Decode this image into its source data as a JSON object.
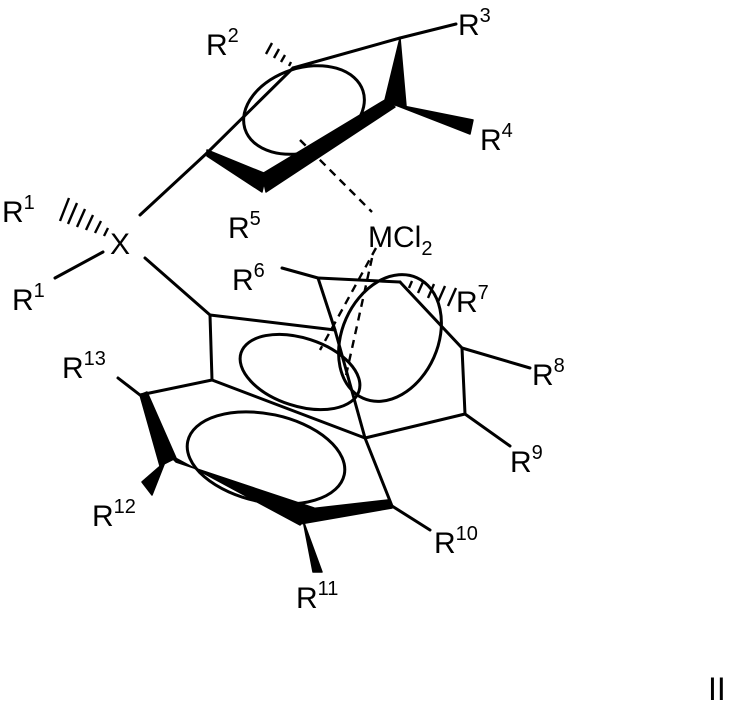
{
  "formula_number": "II",
  "atoms": {
    "bridge": "X",
    "metal": "M",
    "ligand": "Cl",
    "ligand_count": "2"
  },
  "substituents": [
    {
      "base": "R",
      "sup": "1"
    },
    {
      "base": "R",
      "sup": "1"
    },
    {
      "base": "R",
      "sup": "2"
    },
    {
      "base": "R",
      "sup": "3"
    },
    {
      "base": "R",
      "sup": "4"
    },
    {
      "base": "R",
      "sup": "5"
    },
    {
      "base": "R",
      "sup": "6"
    },
    {
      "base": "R",
      "sup": "7"
    },
    {
      "base": "R",
      "sup": "8"
    },
    {
      "base": "R",
      "sup": "9"
    },
    {
      "base": "R",
      "sup": "10"
    },
    {
      "base": "R",
      "sup": "11"
    },
    {
      "base": "R",
      "sup": "12"
    },
    {
      "base": "R",
      "sup": "13"
    }
  ]
}
